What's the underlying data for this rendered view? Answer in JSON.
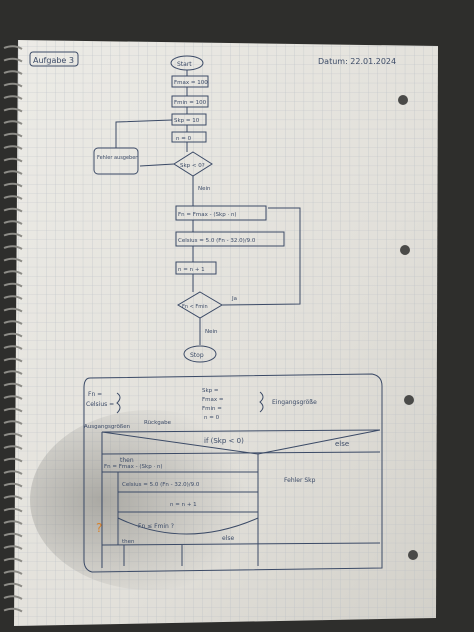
{
  "header": {
    "exercise_label": "Aufgabe 3",
    "date_label": "Datum: 22.01.2024"
  },
  "flowchart": {
    "start": "Start",
    "fmax": "Fmax = 100",
    "fmin": "Fmin = 100",
    "step": "Skp = 10",
    "n_init": "n = 0",
    "error_box": "Fehler ausgeben",
    "decision_step": "Skp < 0?",
    "no_label_1": "Nein",
    "fn_calc": "Fn = Fmax - (Skp · n)",
    "celsius_calc": "Celsius = 5.0 (Fn - 32.0)/9.0",
    "n_incr": "n = n + 1",
    "decision_fmin": "Fn < Fmin",
    "yes_label": "Ja",
    "no_label_2": "Nein",
    "stop": "Stop"
  },
  "nassi": {
    "left_vars": "Fn =\nCelsius =",
    "left_caption": "Ausgangsgrößen",
    "left_note": "Rückgabe",
    "mid_vars": "Skp =\nFmax =\nFmin =\nn = 0",
    "right_caption": "Eingangsgröße",
    "if_condition": "if (Skp < 0)",
    "then_label": "then",
    "else_label": "else",
    "else_label_2": "else",
    "then_label_2": "then",
    "stmt_fn": "Fn = Fmax - (Skp · n)",
    "stmt_celsius": "Celsius = 5.0 (Fn - 32.0)/9.0",
    "stmt_incr": "n = n + 1",
    "loop_cond": "Fn ≤ Fmin ?",
    "else_action": "Fehler Skp",
    "question_mark": "?"
  },
  "colors": {
    "paper": "#e4e2dc",
    "grid": "#b7bcc4",
    "ink": "#3b4a66",
    "shadow": "#9b9a94",
    "orange": "#d9822b"
  }
}
